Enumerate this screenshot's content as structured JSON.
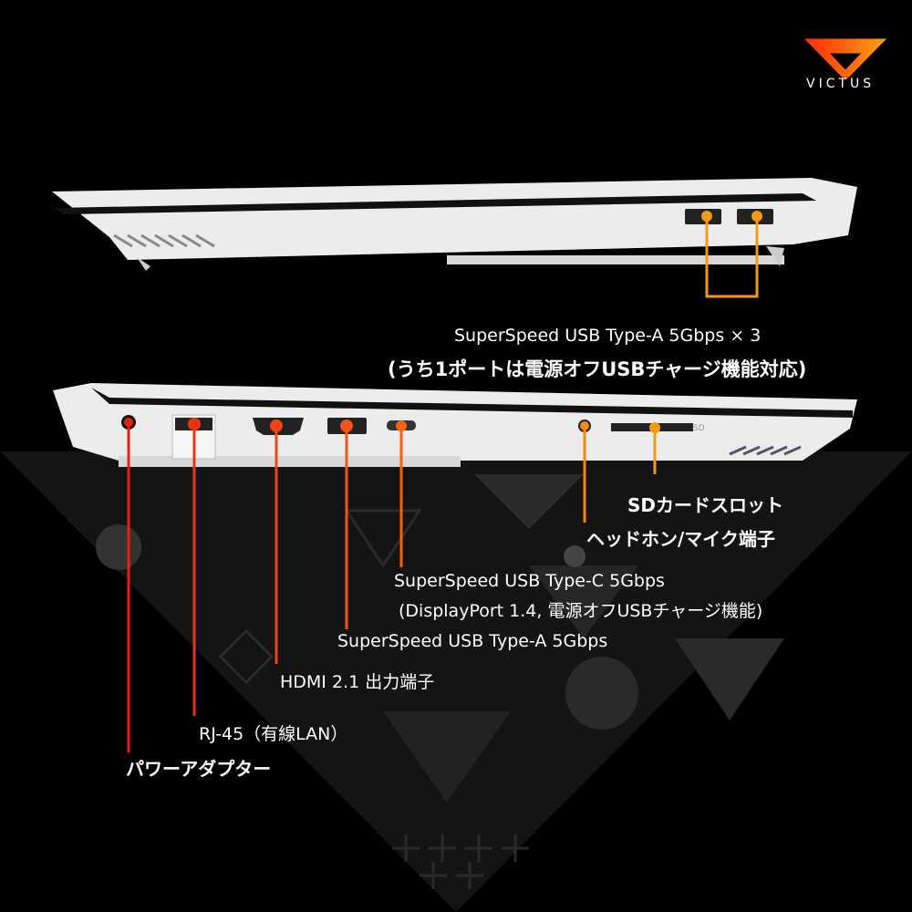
{
  "brand": {
    "name": "VICTUS",
    "gradient": [
      "#ff2a0a",
      "#ffa010"
    ]
  },
  "callouts": {
    "usb_a_right": {
      "line1": "SuperSpeed USB Type-A 5Gbps  × 3",
      "line2": "(うち1ポートは電源オフUSBチャージ機能対応)",
      "color": "#f39a12"
    },
    "sd_slot": {
      "label": "SDカードスロット",
      "color": "#f39a12"
    },
    "headphone": {
      "label": "ヘッドホン/マイク端子",
      "color": "#f08a10"
    },
    "usb_c": {
      "line1": "SuperSpeed USB Type-C 5Gbps",
      "line2": "(DisplayPort  1.4, 電源オフUSBチャージ機能)",
      "color": "#f26214"
    },
    "usb_a_left": {
      "label": "SuperSpeed USB Type-A 5Gbps",
      "color": "#f25515"
    },
    "hdmi": {
      "label": "HDMI 2.1 出力端子",
      "color": "#f04412"
    },
    "rj45": {
      "label": "RJ-45（有線LAN）",
      "color": "#ee3310"
    },
    "power": {
      "label": "パワーアダプター",
      "color": "#e8200f"
    }
  },
  "port_markings": {
    "sd": "SD"
  }
}
